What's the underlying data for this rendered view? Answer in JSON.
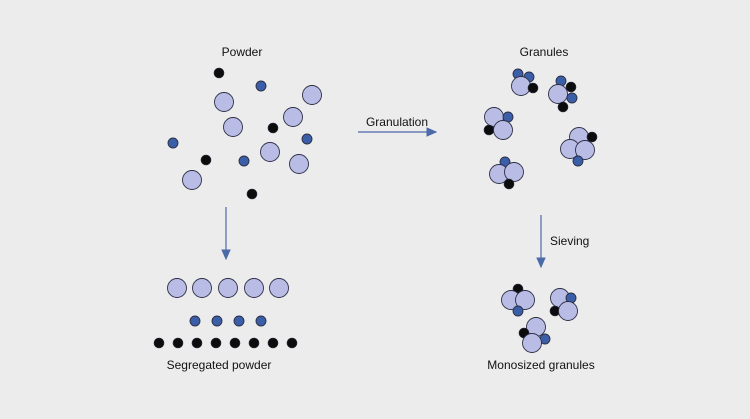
{
  "labels": {
    "powder": "Powder",
    "granules": "Granules",
    "granulation": "Granulation",
    "sieving": "Sieving",
    "segregated_powder": "Segregated powder",
    "monosized_granules": "Monosized granules"
  },
  "colors": {
    "background": "#ececec",
    "large_particle": "#b9bde6",
    "small_particle": "#3a5ea8",
    "black_particle": "#0c0c0c",
    "arrow": "#4b6aa8",
    "outline": "#2d2f44"
  },
  "particle_types": [
    "large-particle",
    "small-particle",
    "black-particle"
  ]
}
